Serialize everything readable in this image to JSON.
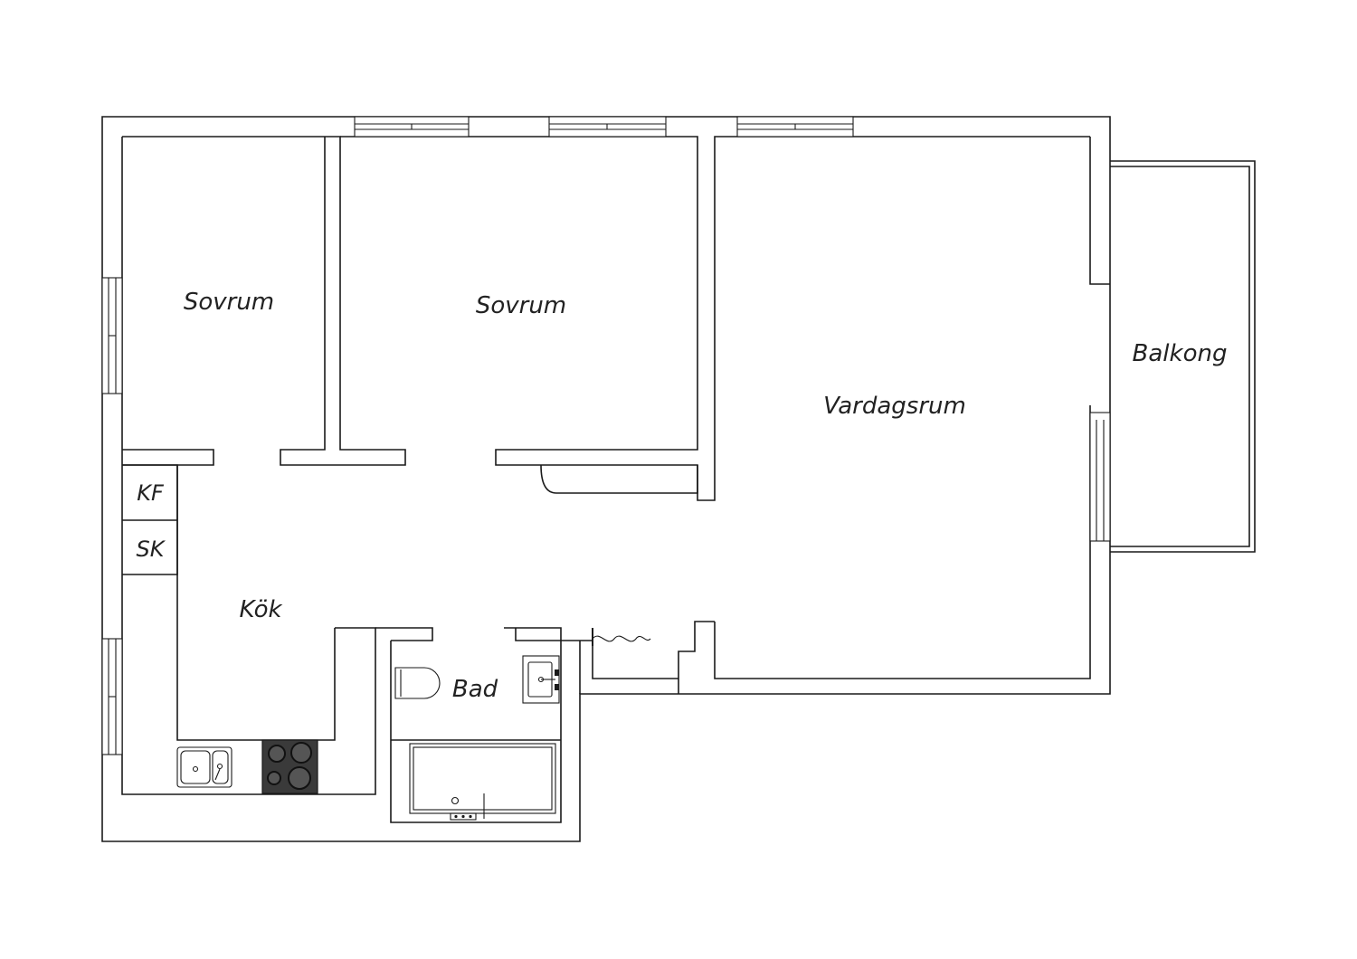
{
  "floor_plan": {
    "rooms": {
      "sovrum_left": "Sovrum",
      "sovrum_right": "Sovrum",
      "vardagsrum": "Vardagsrum",
      "balkong": "Balkong",
      "kok": "Kök",
      "bad": "Bad",
      "kf": "KF",
      "sk": "SK"
    }
  }
}
